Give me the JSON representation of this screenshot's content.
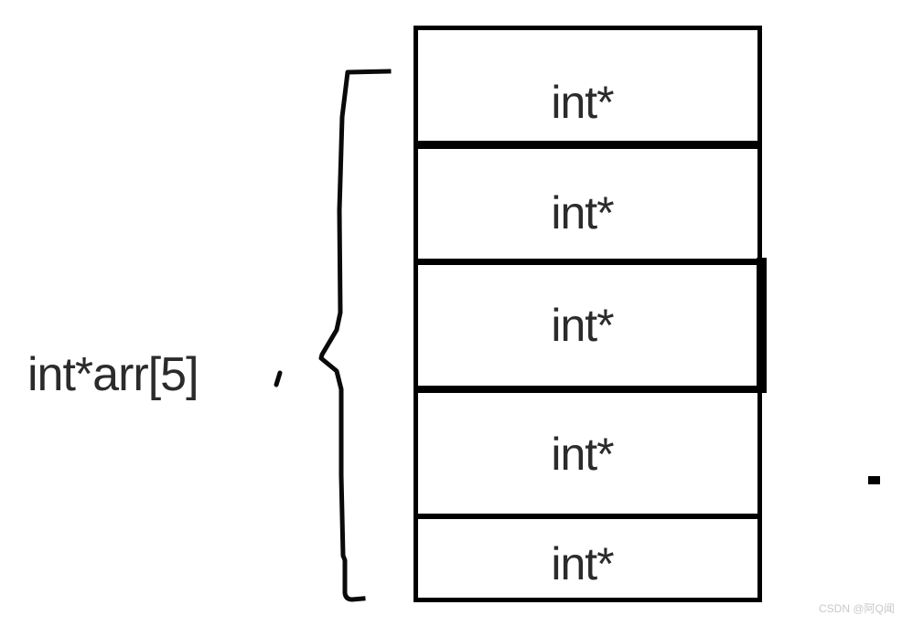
{
  "diagram": {
    "declaration_label": "int*arr[5]",
    "cells": [
      "int*",
      "int*",
      "int*",
      "int*",
      "int*"
    ],
    "line_color": "#000000",
    "text_color": "#2b2b2b"
  },
  "watermark": {
    "text": "CSDN @阿Q闻",
    "color": "#c9c9c9"
  }
}
